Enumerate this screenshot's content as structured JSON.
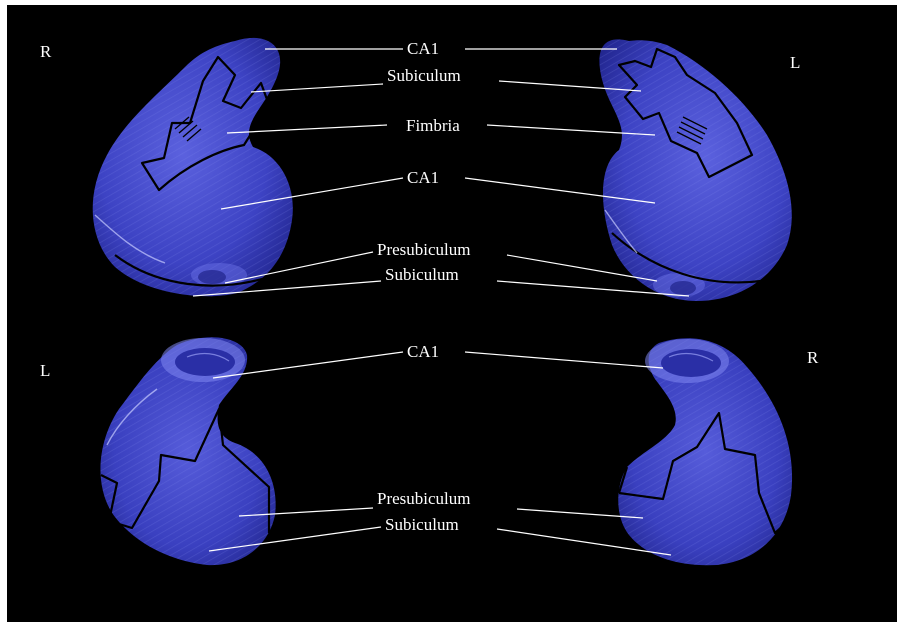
{
  "colors": {
    "background": "#000000",
    "surface": "#3f44c9",
    "surface_highlight": "#7f86f0",
    "surface_shadow": "#1c1f78",
    "boundary": "#000000",
    "pointer_line": "#ffffff",
    "text": "#ffffff"
  },
  "top_row": {
    "side_left": "R",
    "side_right": "L",
    "labels": {
      "ca1_upper": "CA1",
      "subiculum_upper": "Subiculum",
      "fimbria": "Fimbria",
      "ca1_lower": "CA1",
      "presubiculum": "Presubiculum",
      "subiculum_lower": "Subiculum"
    }
  },
  "bottom_row": {
    "side_left": "L",
    "side_right": "R",
    "labels": {
      "ca1": "CA1",
      "presubiculum": "Presubiculum",
      "subiculum": "Subiculum"
    }
  }
}
